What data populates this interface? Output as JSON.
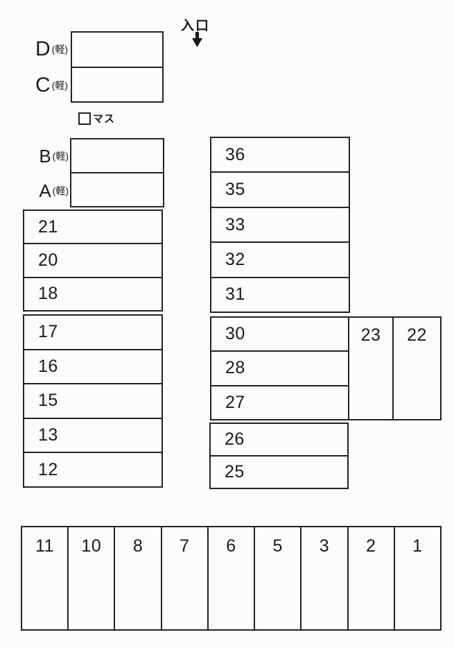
{
  "entrance": {
    "label": "入口",
    "arrow_icon": "down-arrow"
  },
  "legend": {
    "symbol_icon": "square-outline",
    "label": "マス"
  },
  "kei_upper": {
    "rows": [
      {
        "letter": "D",
        "suffix": "(軽)"
      },
      {
        "letter": "C",
        "suffix": "(軽)"
      }
    ]
  },
  "kei_lower": {
    "rows": [
      {
        "letter": "B",
        "suffix": "(軽)"
      },
      {
        "letter": "A",
        "suffix": "(軽)"
      }
    ]
  },
  "left_column": {
    "group1": [
      "21",
      "20",
      "18"
    ],
    "group2": [
      "17",
      "16",
      "15",
      "13",
      "12"
    ]
  },
  "middle_column": {
    "group1": [
      "36",
      "35",
      "33",
      "32",
      "31"
    ],
    "group2": [
      "30",
      "28",
      "27"
    ],
    "group3": [
      "26",
      "25"
    ]
  },
  "side_stalls": [
    "23",
    "22"
  ],
  "bottom_row": [
    "11",
    "10",
    "8",
    "7",
    "6",
    "5",
    "3",
    "2",
    "1"
  ],
  "colors": {
    "line": "#222222",
    "background": "#fcfcfa",
    "text": "#1a1a1a"
  }
}
